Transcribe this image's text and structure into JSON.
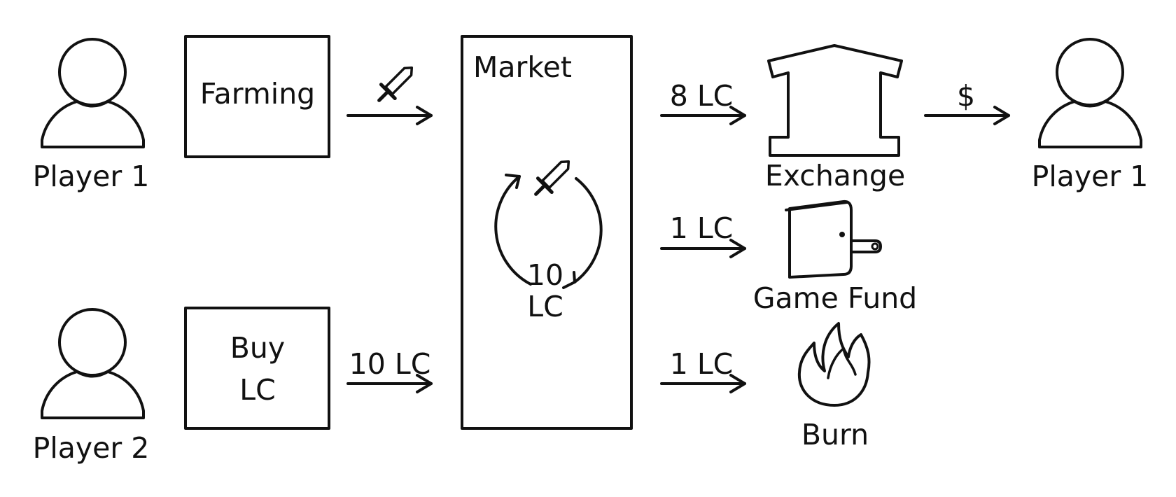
{
  "diagram": {
    "players": {
      "player1_left": "Player 1",
      "player2": "Player 2",
      "player1_right": "Player 1"
    },
    "boxes": {
      "farming": "Farming",
      "buy_lc_line1": "Buy",
      "buy_lc_line2": "LC",
      "market": "Market"
    },
    "market_cycle": {
      "line1": "10",
      "line2": "LC"
    },
    "flows": {
      "buy_to_market": "10 LC",
      "market_to_exchange": "8 LC",
      "market_to_fund": "1 LC",
      "market_to_burn": "1 LC",
      "exchange_to_player": "$"
    },
    "destinations": {
      "exchange": "Exchange",
      "game_fund": "Game Fund",
      "burn": "Burn"
    },
    "icons": [
      "person-icon",
      "sword-icon",
      "exchange-building-icon",
      "wallet-icon",
      "fire-icon",
      "arrow-icon",
      "cycle-arrow-icon"
    ]
  }
}
